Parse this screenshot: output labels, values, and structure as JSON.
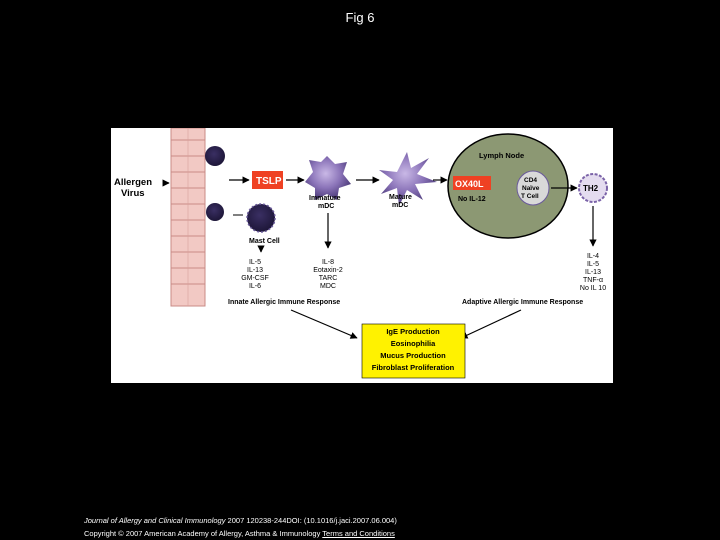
{
  "slide": {
    "title": "Fig 6"
  },
  "diagram": {
    "allergen_label": "Allergen",
    "virus_label": "Virus",
    "tslp_label": "TSLP",
    "mast_cell_label": "Mast Cell",
    "immature_label_1": "Immature",
    "immature_label_2": "mDC",
    "mature_label_1": "Mature",
    "mature_label_2": "mDC",
    "lymph_node_label": "Lymph Node",
    "ox40l_label": "OX40L",
    "no_il12_label": "No IL-12",
    "cd4_label_1": "CD4",
    "cd4_label_2": "Naïve",
    "cd4_label_3": "T Cell",
    "th2_label": "TH2",
    "mast_cytokines": [
      "IL-5",
      "IL-13",
      "GM-CSF",
      "IL-6"
    ],
    "mdc_cytokines": [
      "IL-8",
      "Eotaxin-2",
      "TARC",
      "MDC"
    ],
    "th2_cytokines": [
      "IL-4",
      "IL-5",
      "IL-13",
      "TNF-α",
      "No IL 10"
    ],
    "innate_label": "Innate Allergic Immune Response",
    "adaptive_label": "Adaptive Allergic Immune Response",
    "outcomes": [
      "IgE Production",
      "Eosinophilia",
      "Mucus Production",
      "Fibroblast Proliferation"
    ],
    "colors": {
      "tslp": "#ef4123",
      "ox40l": "#ef4123",
      "lymph_node": "#8c9873",
      "outcome_box": "#fff200",
      "cell": "#7b63a8"
    }
  },
  "footer": {
    "journal": "Journal of Allergy and Clinical Immunology",
    "citation": " 2007 120238-244DOI: (10.1016/j.jaci.2007.06.004)",
    "copyright": "Copyright © 2007 American Academy of Allergy, Asthma & Immunology ",
    "terms_link": "Terms and Conditions"
  }
}
